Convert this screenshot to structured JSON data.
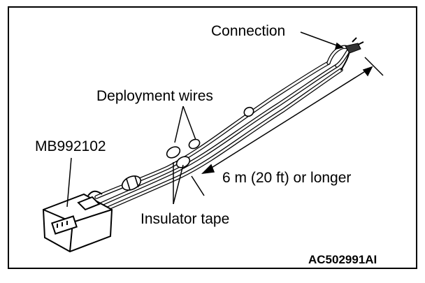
{
  "labels": {
    "connection": "Connection",
    "deployment_wires": "Deployment wires",
    "tool_number": "MB992102",
    "length": "6 m (20 ft) or longer",
    "insulator_tape": "Insulator tape"
  },
  "figure_code": "AC502991AI"
}
